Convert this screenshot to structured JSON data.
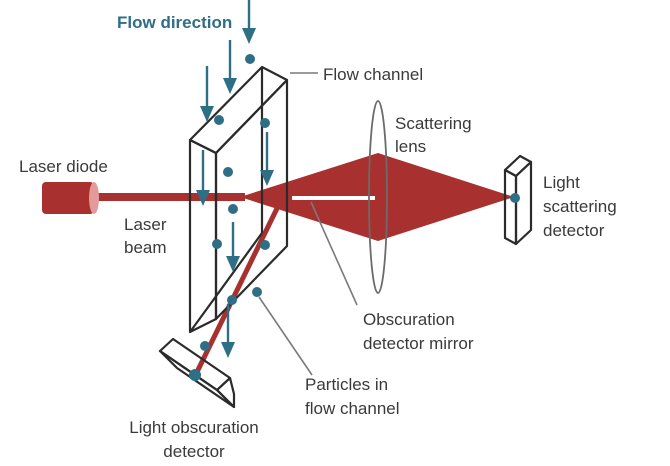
{
  "diagram": {
    "flow_direction_label": "Flow direction",
    "flow_channel_label": "Flow channel",
    "laser_diode_label": "Laser diode",
    "laser_beam_label": {
      "line1": "Laser",
      "line2": "beam"
    },
    "scattering_lens_label": {
      "line1": "Scattering",
      "line2": "lens"
    },
    "light_scattering_detector_label": {
      "line1": "Light",
      "line2": "scattering",
      "line3": "detector"
    },
    "obscuration_mirror_label": {
      "line1": "Obscuration",
      "line2": "detector mirror"
    },
    "particles_label": {
      "line1": "Particles in",
      "line2": "flow channel"
    },
    "light_obscuration_detector_label": {
      "line1": "Light obscuration",
      "line2": "detector"
    }
  },
  "colors": {
    "laser": "#a8302f",
    "laser_light": "#e59a9a",
    "particle": "#2f6f86",
    "arrow": "#2f6f86",
    "outline": "#2b2b2b",
    "leader": "#7a7a7a"
  }
}
